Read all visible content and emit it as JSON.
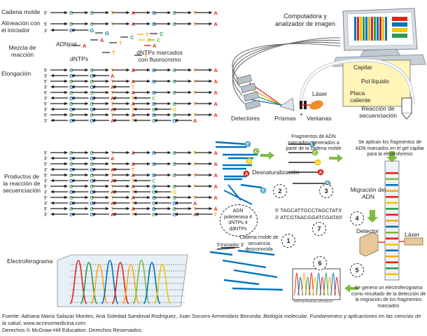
{
  "rows": {
    "template": "Cadena molde",
    "primer": "Alineación con el iniciador",
    "mix": "Mezcla de reacción",
    "elong": "Elongación",
    "products": "Productos de la reacción de secuenciación",
    "electro": "Electroferograma"
  },
  "mix_labels": {
    "pol": "ADNpol",
    "dntps": "dNTPs",
    "ddntps": "dNTPs marcados con fluorocromo"
  },
  "template_seq": [
    "C",
    "C",
    "T",
    "A",
    "G",
    "C",
    "T",
    "A"
  ],
  "primer_seq": [
    "G",
    "G"
  ],
  "mix_bases": [
    "G",
    "A",
    "T",
    "C",
    "T",
    "T",
    "A",
    "C"
  ],
  "mix_dd": [
    "T",
    "C",
    "A",
    "G"
  ],
  "elong_rows": [
    {
      "b": [
        "G",
        "G",
        "A"
      ],
      "dd": "A"
    },
    {
      "b": [
        "G",
        "G",
        "A",
        "T"
      ],
      "dd": "T"
    },
    {
      "b": [
        "G",
        "G",
        "A",
        "T",
        "C"
      ],
      "dd": "C"
    },
    {
      "b": [
        "G",
        "G",
        "A",
        "T",
        "C",
        "G"
      ],
      "dd": "G"
    },
    {
      "b": [
        "G",
        "G",
        "A",
        "T",
        "C",
        "G",
        "A"
      ],
      "dd": "A"
    }
  ],
  "product_rows": [
    {
      "b": [
        "G",
        "G",
        "A"
      ],
      "dd": "A"
    },
    {
      "b": [
        "G",
        "G",
        "A",
        "T"
      ],
      "dd": "T"
    },
    {
      "b": [
        "G",
        "G",
        "A",
        "T",
        "C"
      ],
      "dd": "C"
    },
    {
      "b": [
        "G",
        "G",
        "A",
        "T",
        "C",
        "G"
      ],
      "dd": "G"
    },
    {
      "b": [
        "G",
        "G",
        "A",
        "T",
        "C",
        "G",
        "A"
      ],
      "dd": "A"
    },
    {
      "b": [
        "G",
        "G",
        "A",
        "T",
        "C",
        "G",
        "A",
        "T"
      ],
      "dd": "T"
    }
  ],
  "instrument": {
    "computer": "Computadora y analizador de imagen",
    "capillary": "Capilar",
    "polymer": "Pol líquido",
    "hotplate": "Placa caliente",
    "laser": "Láser",
    "detectors": "Detectores",
    "prisms": "Prismas",
    "plus": "+",
    "windows": "Ventanas",
    "reaction": "Reacción de secuenciación"
  },
  "workflow": {
    "fragments": "Fragmentos de ADN marcados, generados a partir de la cadena molde",
    "denat": "Desnaturalización",
    "applied": "Se aplican los fragmentos de ADN marcados en el gel capilar para la electroforesis",
    "migration": "Migración del ADN",
    "detector": "Detector",
    "laser": "Láser",
    "reagents": "ADN polimerasa 4 dNTPs 4 ddNTPs",
    "template": "Cadena molde de secuencia desconocida",
    "primer": "Iniciador",
    "seq1": "5' TAGCATTGCCTAGCTAT3'",
    "seq2": "3' ATCGTAACGGATCGATA5'",
    "result": "Se genera un electroferograma como resultado de la detección de la migración de los fragmentos marcados",
    "readout": "TATCGATAGGCATCGCAT",
    "n1": "1",
    "n2": "2",
    "n3": "3",
    "n4": "4",
    "n5": "5",
    "n6": "6",
    "n7": "7"
  },
  "strand_labels": {
    "five": "5'",
    "three": "3'"
  },
  "colors": {
    "A": "#e2231a",
    "T": "#f7a81b",
    "C": "#2a9d4a",
    "G": "#0072bc",
    "ddA": "#e2231a",
    "ddT": "#f7a81b",
    "ddC": "#7dbb42",
    "ddG": "#f2c500",
    "strand": "#0072bc"
  },
  "caption": {
    "prefix": "Fuente: Adriana María Salazar Montes, Ana Soledad Sandoval Rodríguez, Juan Socorro Armendáriz Borunda: ",
    "title": "Biología molecular. Fundamentos y aplicaciones en las ciencias de la salud",
    "suffix": ", www.accessmedicina.com",
    "rights": "Derechos © McGraw-Hill Education. Derechos Reservados."
  }
}
